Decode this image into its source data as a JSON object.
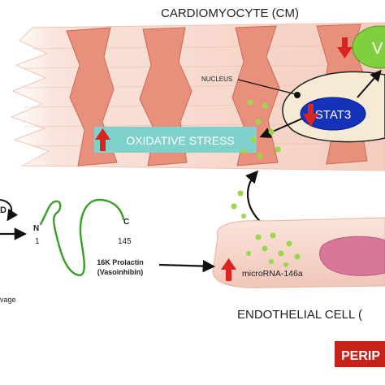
{
  "cardiomyocyte": {
    "title": "CARDIOMYOCYTE (CM)"
  },
  "nucleus": {
    "label": "NUCLEUS",
    "stat3_label": "STAT3"
  },
  "vegf": {
    "label": "V"
  },
  "oxidative_stress": {
    "label": "OXIDATIVE STRESS"
  },
  "prolactin": {
    "n_label": "N",
    "n_number": "1",
    "c_label": "C",
    "c_number": "145",
    "name_line1": "16K Prolactin",
    "name_line2": "(Vasoinhibin)",
    "left_letter": "D",
    "cleavage_fragment": "vage"
  },
  "endothelial": {
    "title": "ENDOTHELIAL CELL (",
    "mirna_label": "microRNA-146a"
  },
  "peripartum": {
    "label": "PERIP"
  },
  "colors": {
    "muscle_band": "#e8907c",
    "muscle_band_edge": "#c86a55",
    "cell_fill": "#f7d9cf",
    "oxidative_box": "#7fd1cc",
    "stat3": "#1533b8",
    "arrow_red": "#d9241f",
    "dots": "#9ad84a",
    "chain": "#3a9d2a",
    "peripartum": "#c9221b"
  }
}
